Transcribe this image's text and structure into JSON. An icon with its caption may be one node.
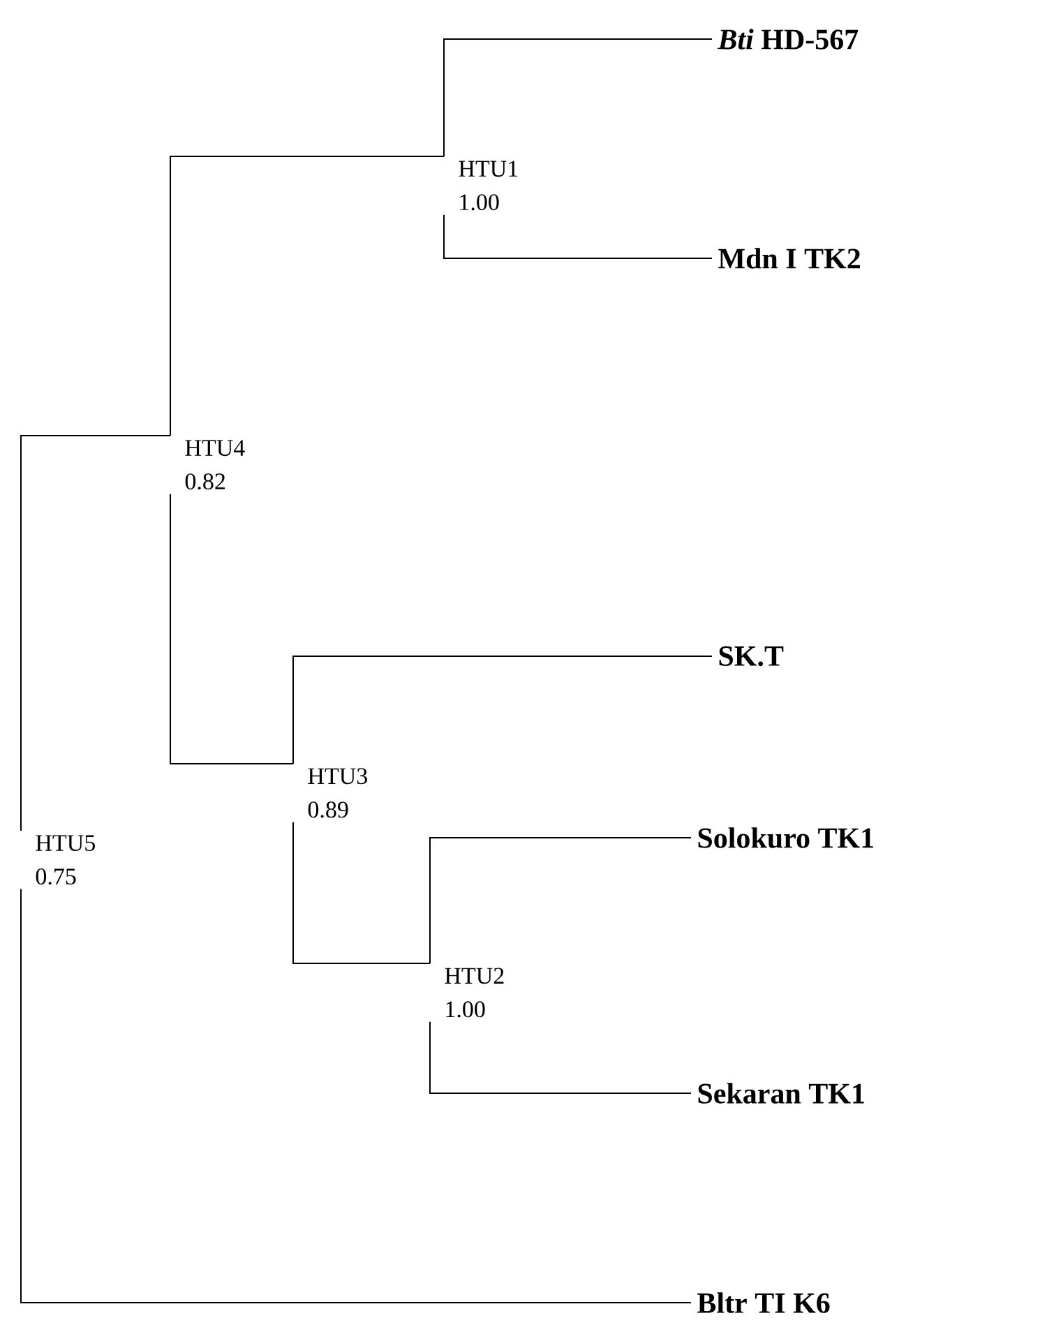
{
  "diagram": {
    "nodes": [
      {
        "text": [
          "*Bti* HD-567"
        ]
      },
      {
        "text": [
          "HTU1",
          "1.00"
        ]
      },
      {
        "text": [
          "Mdn I TK2"
        ]
      },
      {
        "text": [
          "HTU4",
          "0.82"
        ]
      },
      {
        "text": [
          "SK.T"
        ]
      },
      {
        "text": [
          "HTU3",
          "0.89"
        ]
      },
      {
        "text": [
          "Solokuro TK1"
        ]
      },
      {
        "text": [
          "HTU5",
          "0.75"
        ]
      },
      {
        "text": [
          "HTU2",
          "1.00"
        ]
      },
      {
        "text": [
          "Sekaran TK1"
        ]
      },
      {
        "text": [
          "Bltr TI K6"
        ]
      }
    ],
    "edges": [
      {
        "from": 7,
        "to": 3,
        "arrow": "none"
      },
      {
        "from": 7,
        "to": 10,
        "arrow": "none"
      },
      {
        "from": 3,
        "to": 1,
        "arrow": "none"
      },
      {
        "from": 3,
        "to": 5,
        "arrow": "none"
      },
      {
        "from": 1,
        "to": 0,
        "arrow": "none"
      },
      {
        "from": 1,
        "to": 2,
        "arrow": "none"
      },
      {
        "from": 5,
        "to": 4,
        "arrow": "none"
      },
      {
        "from": 5,
        "to": 8,
        "arrow": "none"
      },
      {
        "from": 8,
        "to": 6,
        "arrow": "none"
      },
      {
        "from": 8,
        "to": 9,
        "arrow": "none"
      }
    ]
  }
}
